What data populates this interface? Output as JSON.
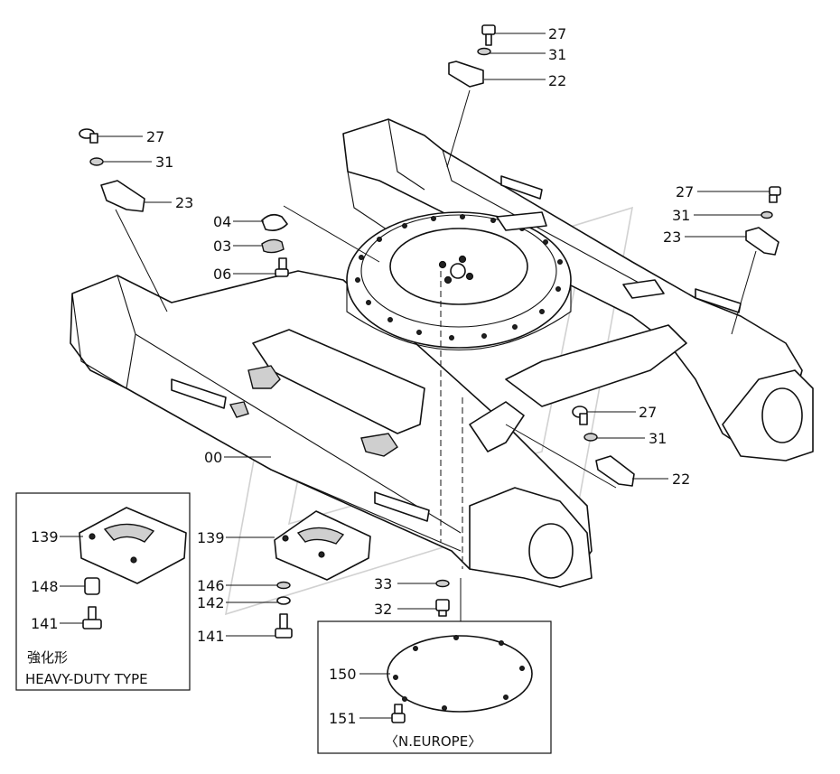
{
  "labels": {
    "l27a": "27",
    "l31a": "31",
    "l22a": "22",
    "l27b": "27",
    "l31b": "31",
    "l23b": "23",
    "l27c": "27",
    "l31c": "31",
    "l23c": "23",
    "l04": "04",
    "l03": "03",
    "l06": "06",
    "l27d": "27",
    "l31d": "31",
    "l22d": "22",
    "l00": "00",
    "l139a": "139",
    "l148": "148",
    "l141a": "141",
    "l139b": "139",
    "l146": "146",
    "l142": "142",
    "l141b": "141",
    "l33": "33",
    "l32": "32",
    "l150": "150",
    "l151": "151"
  },
  "insets": {
    "heavy_duty_jp": "強化形",
    "heavy_duty_en": "HEAVY-DUTY TYPE",
    "n_europe": "〈N.EUROPE〉"
  }
}
